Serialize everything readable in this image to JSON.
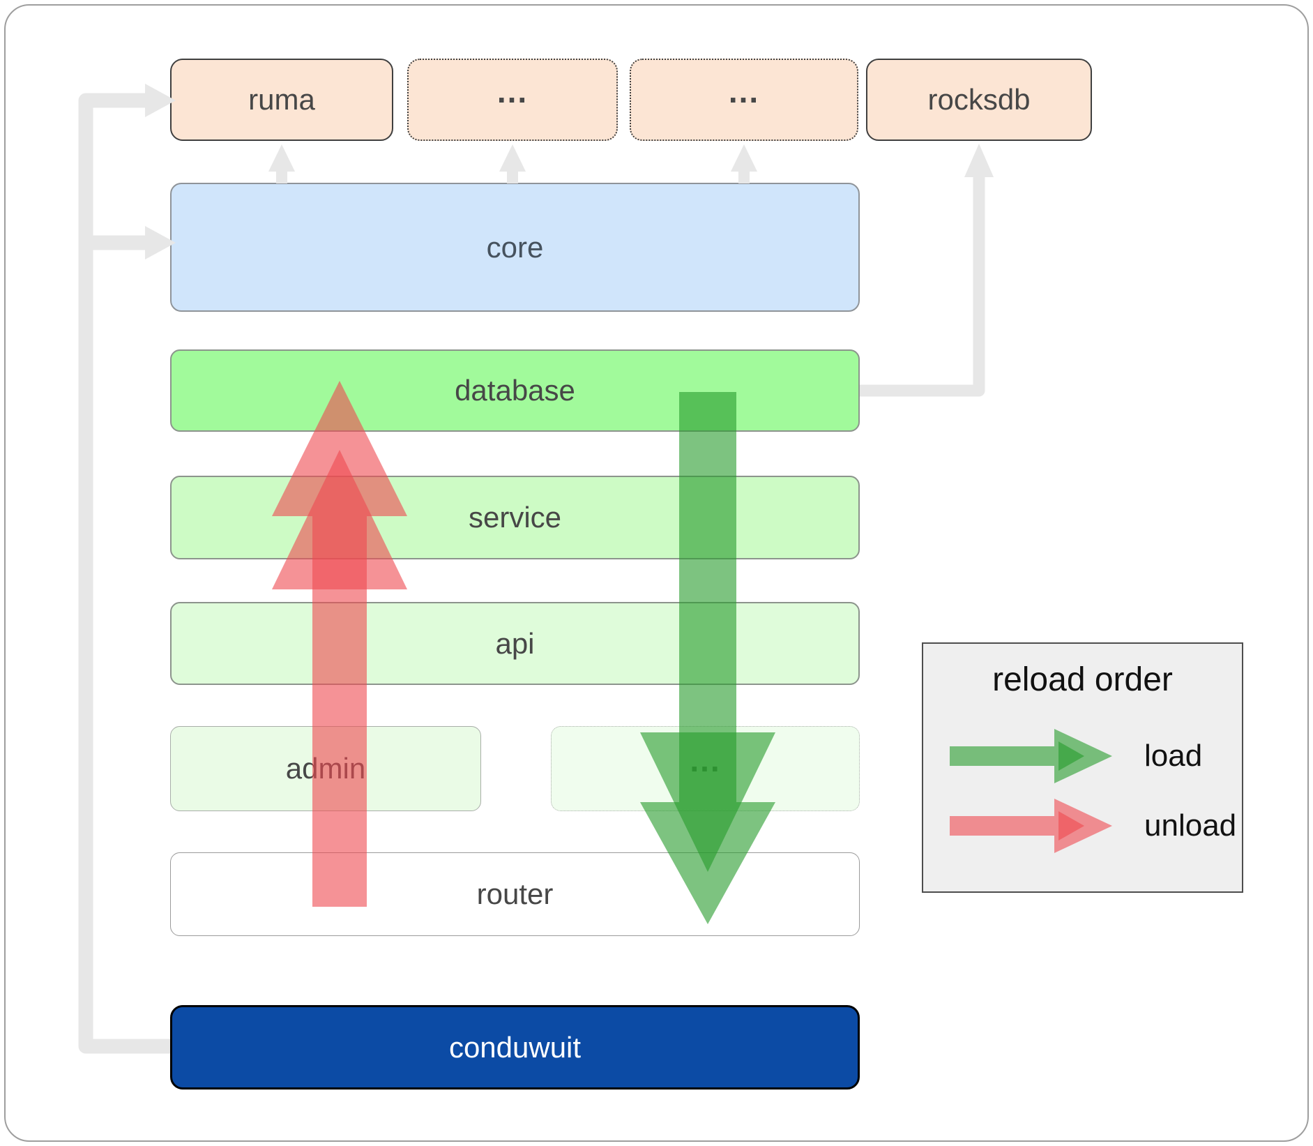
{
  "nodes": {
    "ruma": {
      "label": "ruma"
    },
    "dep1": {
      "label": "..."
    },
    "dep2": {
      "label": "..."
    },
    "rocksdb": {
      "label": "rocksdb"
    },
    "core": {
      "label": "core"
    },
    "database": {
      "label": "database"
    },
    "service": {
      "label": "service"
    },
    "api": {
      "label": "api"
    },
    "admin": {
      "label": "admin"
    },
    "more_services": {
      "label": "..."
    },
    "router": {
      "label": "router"
    },
    "conduwuit": {
      "label": "conduwuit"
    }
  },
  "legend": {
    "title": "reload order",
    "items": [
      {
        "icon": "load-arrow-green",
        "label": "load"
      },
      {
        "icon": "unload-arrow-red",
        "label": "unload"
      }
    ]
  },
  "colors": {
    "page_bg": "#ffffff",
    "frame_border": "#9e9e9e",
    "peach_fill": "#fce5d4",
    "peach_border": "#3f3f3f",
    "core_fill": "#d0e5fb",
    "core_border": "#8f9499",
    "database_fill": "#a1fa9b",
    "green_border": "#8c948c",
    "service_fill": "#cdfbc5",
    "api_fill": "#dffcda",
    "admin_fill": "#eafbe6",
    "more_fill": "#f0fdee",
    "light_border": "#a8aea8",
    "router_fill": "#ffffff",
    "router_border": "#9a9a9a",
    "conduwuit_fill": "#0c4ba5",
    "conduwuit_border": "#000000",
    "label_dark": "#474747",
    "conduwuit_text": "#ffffff",
    "legend_bg": "#efefef",
    "legend_border": "#4d4d4d",
    "legend_text": "#111111",
    "connector_gray": "#e7e7e7",
    "load_green": "#279b2b",
    "unload_red": "#ef4a50"
  }
}
